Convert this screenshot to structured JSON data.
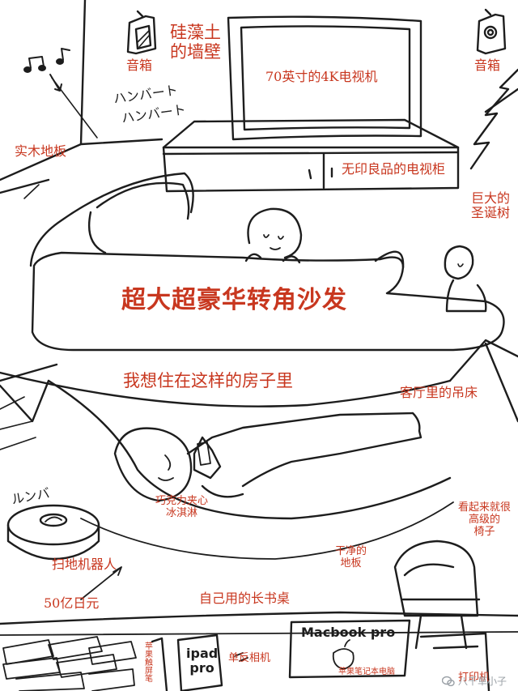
{
  "labels": {
    "wall": "硅藻土\n的墙壁",
    "speaker_left": "音箱",
    "speaker_right": "音箱",
    "tv": "70英寸的4K电视机",
    "floor": "实木地板",
    "tv_cabinet": "无印良品的电视柜",
    "xmas_tree": "巨大的\n圣诞树",
    "sofa": "超大超豪华转角沙发",
    "dream": "我想住在这样的房子里",
    "hammock": "客厅里的吊床",
    "ice_cream": "巧克力夹心\n冰淇淋",
    "chair": "看起来就很\n高级的\n椅子",
    "clean_floor": "干净的\n地板",
    "robot": "扫地机器人",
    "money": "50亿日元",
    "desk": "自己用的长书桌",
    "stylus": "苹果触屏笔",
    "ipad": "ipad\npro",
    "camera": "单反相机",
    "macbook": "Macbook pro",
    "macbook_caption": "苹果笔记本电脑",
    "printer": "打印机"
  },
  "handwriting": {
    "song_1": "ハンバート",
    "song_2": "ハンバート",
    "roomba": "ルンバ"
  },
  "watermark": "八千草小子",
  "colors": {
    "annotation_red": "#c8371f",
    "ink": "#1d1d1d",
    "watermark": "#9aa0a6"
  }
}
